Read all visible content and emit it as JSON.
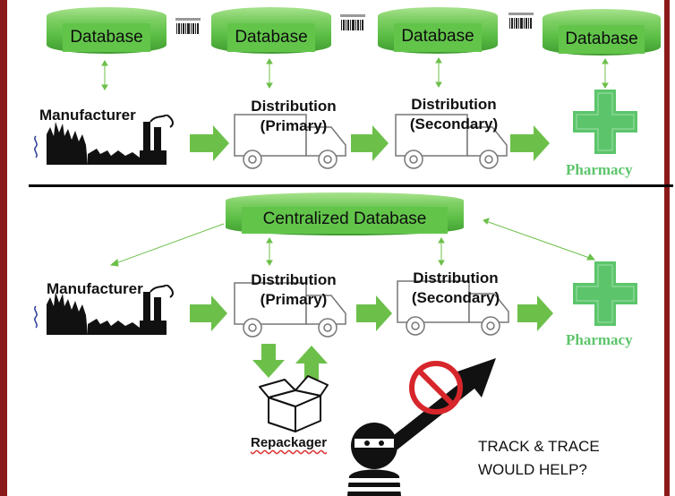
{
  "top_section": {
    "databases": [
      "Database",
      "Database",
      "Database",
      "Database"
    ],
    "nodes": {
      "manufacturer": "Manufacturer",
      "distribution_primary_line1": "Distribution",
      "distribution_primary_line2": "(Primary)",
      "distribution_secondary_line1": "Distribution",
      "distribution_secondary_line2": "(Secondary)",
      "pharmacy": "Pharmacy"
    }
  },
  "bottom_section": {
    "database": "Centralized Database",
    "nodes": {
      "manufacturer": "Manufacturer",
      "distribution_primary_line1": "Distribution",
      "distribution_primary_line2": "(Primary)",
      "distribution_secondary_line1": "Distribution",
      "distribution_secondary_line2": "(Secondary)",
      "pharmacy": "Pharmacy",
      "repackager": "Repackager"
    },
    "note_line1": "TRACK & TRACE",
    "note_line2": "WOULD HELP?"
  },
  "colors": {
    "db_green": "#5fc54a",
    "arrow_green": "#6cc04a",
    "pharmacy_green": "#5cc56b",
    "border": "#8b1a1a",
    "prohibit_red": "#d7262b"
  },
  "icons": [
    "database-icon",
    "factory-icon",
    "truck-icon",
    "pharmacy-cross-icon",
    "barcode-icon",
    "box-icon",
    "thief-icon",
    "no-sign-icon"
  ]
}
